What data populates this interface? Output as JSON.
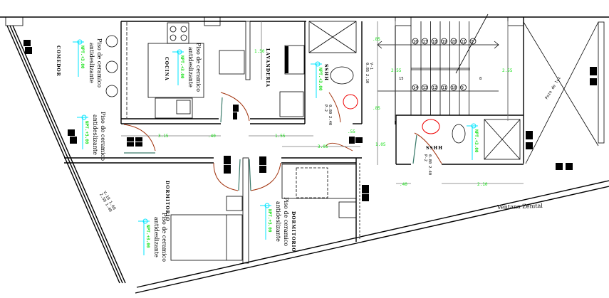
{
  "rooms": {
    "comedor": "COMEDOR",
    "cocina": "COCINA",
    "lavanderia": "LAVANDERIA",
    "sshh_1": "SSHH",
    "sshh_2": "SSHH",
    "dormitorio_1": "DORMITORIO",
    "dormitorio_2": "DORMITORIO"
  },
  "floor_notes": [
    {
      "line1": "Piso de ceramico",
      "line2": "antideslizante",
      "level": "NPT.+3.00"
    },
    {
      "line1": "Piso de ceramico",
      "line2": "antideslizante",
      "level": "NPT.+3.00"
    },
    {
      "line1": "Piso de ceramico",
      "line2": "antideslizante",
      "level": "NPT.+3.00"
    },
    {
      "line1": "Piso de ceramico",
      "line2": "antideslizante",
      "level": "NPT.+3.00"
    },
    {
      "line1": "Piso de ceramico",
      "line2": "antideslizante",
      "level": "NPT.+3.00"
    }
  ],
  "sshh_levels": [
    "NPT.+3.00",
    "NPT.+3.00"
  ],
  "dimensions": {
    "lav_height": "1.50",
    "kitchen_width": "3.15",
    "wall_40": ".40",
    "hall_155": "1.55",
    "d_55": ".55",
    "d_305": "3.05",
    "stair_85_top": ".85",
    "stair_255_left": "2.55",
    "stair_85_bottom": ".85",
    "stair_255_right": "2.55",
    "bath_105": "1.05",
    "bath_40": ".40",
    "bath_210": "2.10"
  },
  "door_tags": [
    {
      "code": "P-2",
      "w": "0.80",
      "h": "2.40"
    },
    {
      "code": "P-2",
      "w": "0.80",
      "h": "2.40"
    }
  ],
  "window_tags": [
    {
      "code": "V-1",
      "w": "0.85",
      "h": "2.10"
    },
    {
      "code": "V-10",
      "w": "1.60",
      "h": "2.50",
      "sill": "1.40"
    }
  ],
  "stair_steps_top": [
    "16",
    "17",
    "18",
    "19",
    "20",
    "21",
    "7"
  ],
  "stair_steps_bottom": [
    "14",
    "13",
    "12",
    "11",
    "10",
    "9"
  ],
  "stair_landing_left": "15",
  "stair_landing_right": "8",
  "pozo_de_luz": "Pozo de luz",
  "ventana_zenital": "Ventana Zenital",
  "colors": {
    "walls": "#000000",
    "dimensions": "#18e018",
    "level_marker": "#00e5ff",
    "door_swing": "#a0300a",
    "sanitary": "#e00000"
  }
}
